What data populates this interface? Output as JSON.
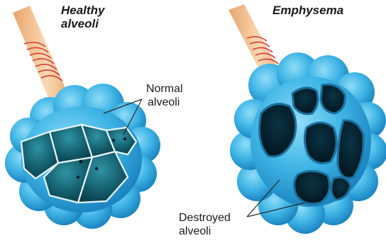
{
  "healthy": {
    "title_line1": "Healthy",
    "title_line2": "alveoli"
  },
  "emphysema": {
    "title": "Emphysema"
  },
  "labels": {
    "normal_line1": "Normal",
    "normal_line2": "alveoli",
    "destroyed_line1": "Destroyed",
    "destroyed_line2": "alveoli"
  },
  "colors": {
    "sac_light": "#5fc8ee",
    "sac_mid": "#2aa6dc",
    "cell_dark": "#0d4a57",
    "cavity_dark": "#062433",
    "tube": "#f3c69a",
    "tube_stripe": "#d63a3a"
  }
}
